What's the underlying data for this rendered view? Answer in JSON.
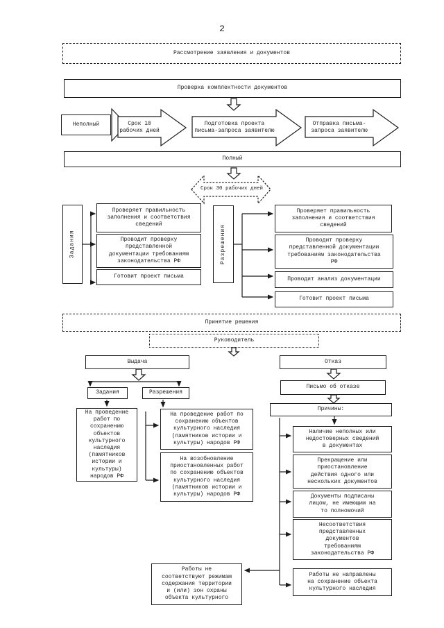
{
  "page": {
    "number": "2"
  },
  "stage1": {
    "title": "Рассмотрение заявления и документов",
    "check": "Проверка комплектности документов",
    "incomplete": "Неполный",
    "steps": [
      "Срок 10\nрабочих дней",
      "Подготовка проекта\nписьма-запроса заявителю",
      "Отправка письма-\nзапроса заявителю"
    ],
    "complete": "Полный",
    "term": "Срок 30 рабочих дней"
  },
  "tasks": {
    "left": {
      "title": "Задания",
      "items": [
        "Проверяет правильность\nзаполнения и соответствия\nсведений",
        "Проводит проверку\nпредставленной\nдокументации требованиям\nзаконодательства РФ",
        "Готовит проект письма"
      ]
    },
    "right": {
      "title": "Разрешения",
      "items": [
        "Проверяет правильность\nзаполнения и соответствия\nсведений",
        "Проводит проверку\nпредставленной документации\nтребованиям законодательства\nРФ",
        "Проводит анализ документации",
        "Готовит проект письма"
      ]
    }
  },
  "decision": {
    "title": "Принятие решения",
    "manager": "Руководитель",
    "issue": {
      "label": "Выдача",
      "zadania": "Задания",
      "razreshenia": "Разрешения",
      "zadania_doc": "На проведение\nработ по\nсохранению\nобъектов\nкультурного\nнаследия\n(памятников\nистории и\nкультуры)\nнародов РФ",
      "razreshenia_docs": [
        "На проведение работ по\nсохранению объектов\nкультурного наследия\n(памятников истории и\nкультуры) народов РФ",
        "На возобновление\nприостановленных работ\nпо сохранению объектов\nкультурного наследия\n(памятников истории и\nкультуры) народов РФ"
      ]
    },
    "refusal": {
      "label": "Отказ",
      "letter": "Письмо об отказе",
      "reasons_title": "Причины:",
      "reasons": [
        "Наличие неполных или\nнедостоверных сведений\nв документах",
        "Прекращение или\nприостановление\nдействия одного или\nнескольких документов",
        "Документы подписаны\nлицом, не имеющим на\nто полномочий",
        "Несоответствия\nпредставленных\nдокументов\nтребованиям\nзаконодательства РФ",
        "Работы не направлены\nна сохранение объекта\nкультурного наследия"
      ],
      "mismatch": "Работы не\nсоответствуют режимам\nсодержания территории\nи (или) зон охраны\nобъекта культурного"
    }
  }
}
